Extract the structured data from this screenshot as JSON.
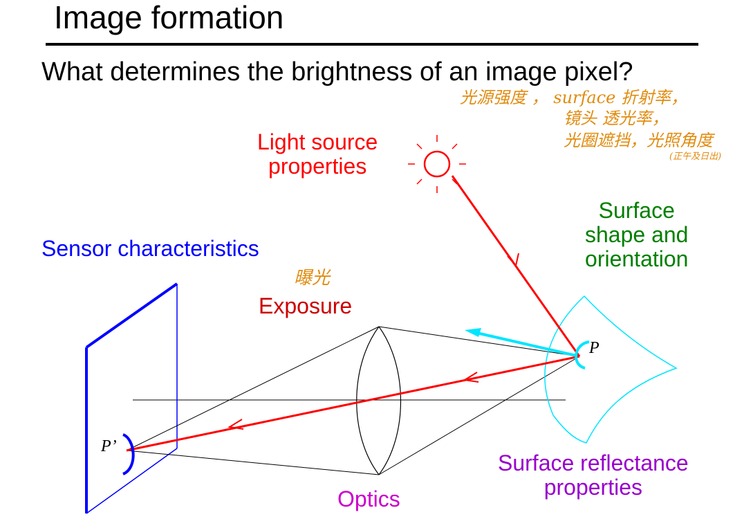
{
  "slide": {
    "title": "Image formation",
    "question": "What determines the brightness of an image pixel?"
  },
  "labels": {
    "light_source": "Light source\nproperties",
    "surface_shape": "Surface\nshape and\norientation",
    "sensor": "Sensor characteristics",
    "exposure": "Exposure",
    "surface_reflectance": "Surface reflectance\nproperties",
    "optics": "Optics",
    "point_p": "P",
    "point_p_prime": "P’"
  },
  "annotations": {
    "line1": "光源强度 ， surface 折射率，",
    "line2": "镜头 透光率，",
    "line3": "光圈遮挡，光照角度",
    "line4": "(正午及日出)",
    "exposure_note": "曝光"
  },
  "colors": {
    "light": "#ff0000",
    "surface_shape": "#008000",
    "sensor": "#0000ff",
    "exposure": "#cc0000",
    "reflectance": "#9900cc",
    "optics": "#cc00cc",
    "annotation": "#e08c10",
    "ray": "#ff0000",
    "normal": "#00e5ff"
  }
}
